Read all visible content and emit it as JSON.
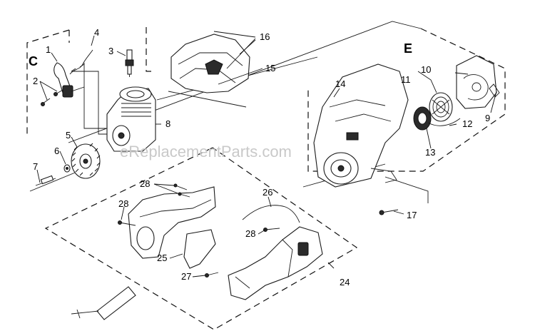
{
  "watermark": "eReplacementParts.com",
  "sections": {
    "c": "C",
    "e": "E"
  },
  "callouts": {
    "p1": "1",
    "p2": "2",
    "p3": "3",
    "p4": "4",
    "p5": "5",
    "p6": "6",
    "p7": "7",
    "p8": "8",
    "p9": "9",
    "p10": "10",
    "p11": "11",
    "p12": "12",
    "p13": "13",
    "p14": "14",
    "p15": "15",
    "p16": "16",
    "p17": "17",
    "p24": "24",
    "p25": "25",
    "p26": "26",
    "p27": "27",
    "p28a": "28",
    "p28b": "28",
    "p28c": "28"
  }
}
